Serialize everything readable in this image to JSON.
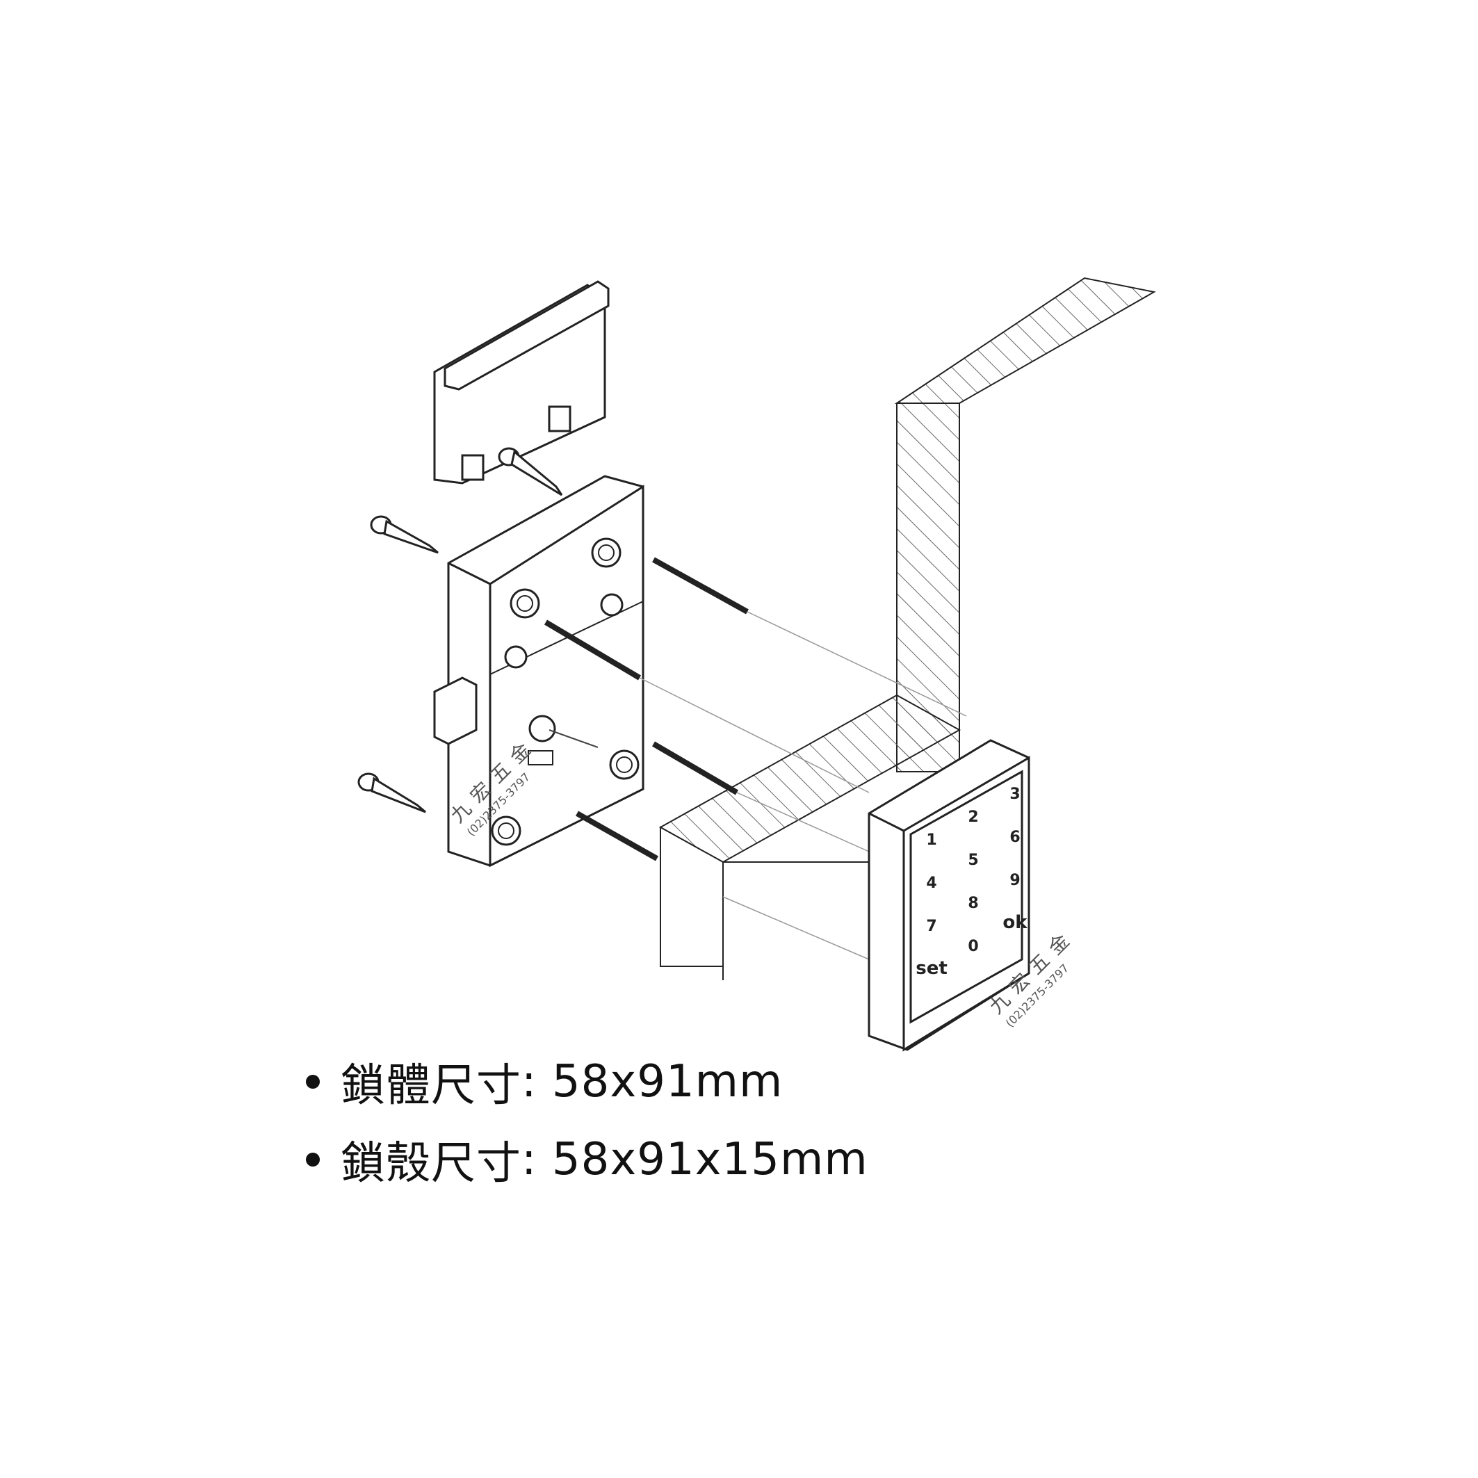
{
  "specs": [
    {
      "label": "鎖體尺寸",
      "value": ": 58x91mm"
    },
    {
      "label": "鎖殼尺寸",
      "value": ": 58x91x15mm"
    }
  ],
  "keypad": {
    "keys": [
      "1",
      "2",
      "3",
      "4",
      "5",
      "6",
      "7",
      "8",
      "9",
      "set",
      "0",
      "ok"
    ]
  },
  "watermark": {
    "chars": [
      "九",
      "宏",
      "五",
      "金"
    ],
    "phone": "(02)2375-3797"
  },
  "colors": {
    "line": "#222222",
    "hatch": "#666666",
    "fill": "#ffffff",
    "text": "#111111"
  }
}
